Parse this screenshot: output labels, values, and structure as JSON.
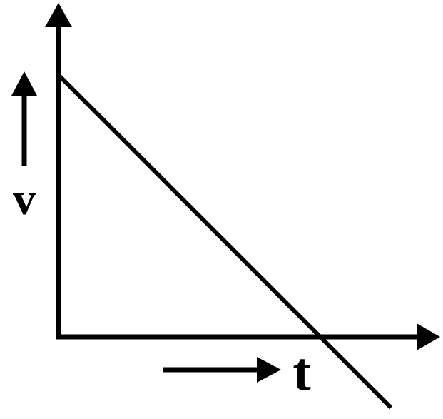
{
  "chart_data": {
    "type": "line",
    "xlabel": "t",
    "ylabel": "v",
    "series": [
      {
        "points": [
          {
            "x": 0,
            "y": 1
          },
          {
            "x": 1,
            "y": 0
          },
          {
            "x": 1.27,
            "y": -0.27
          }
        ]
      }
    ],
    "xlim": [
      0,
      1.4
    ],
    "ylim": [
      -0.3,
      1.3
    ],
    "grid": false,
    "legend": "none",
    "color": "#000000"
  }
}
